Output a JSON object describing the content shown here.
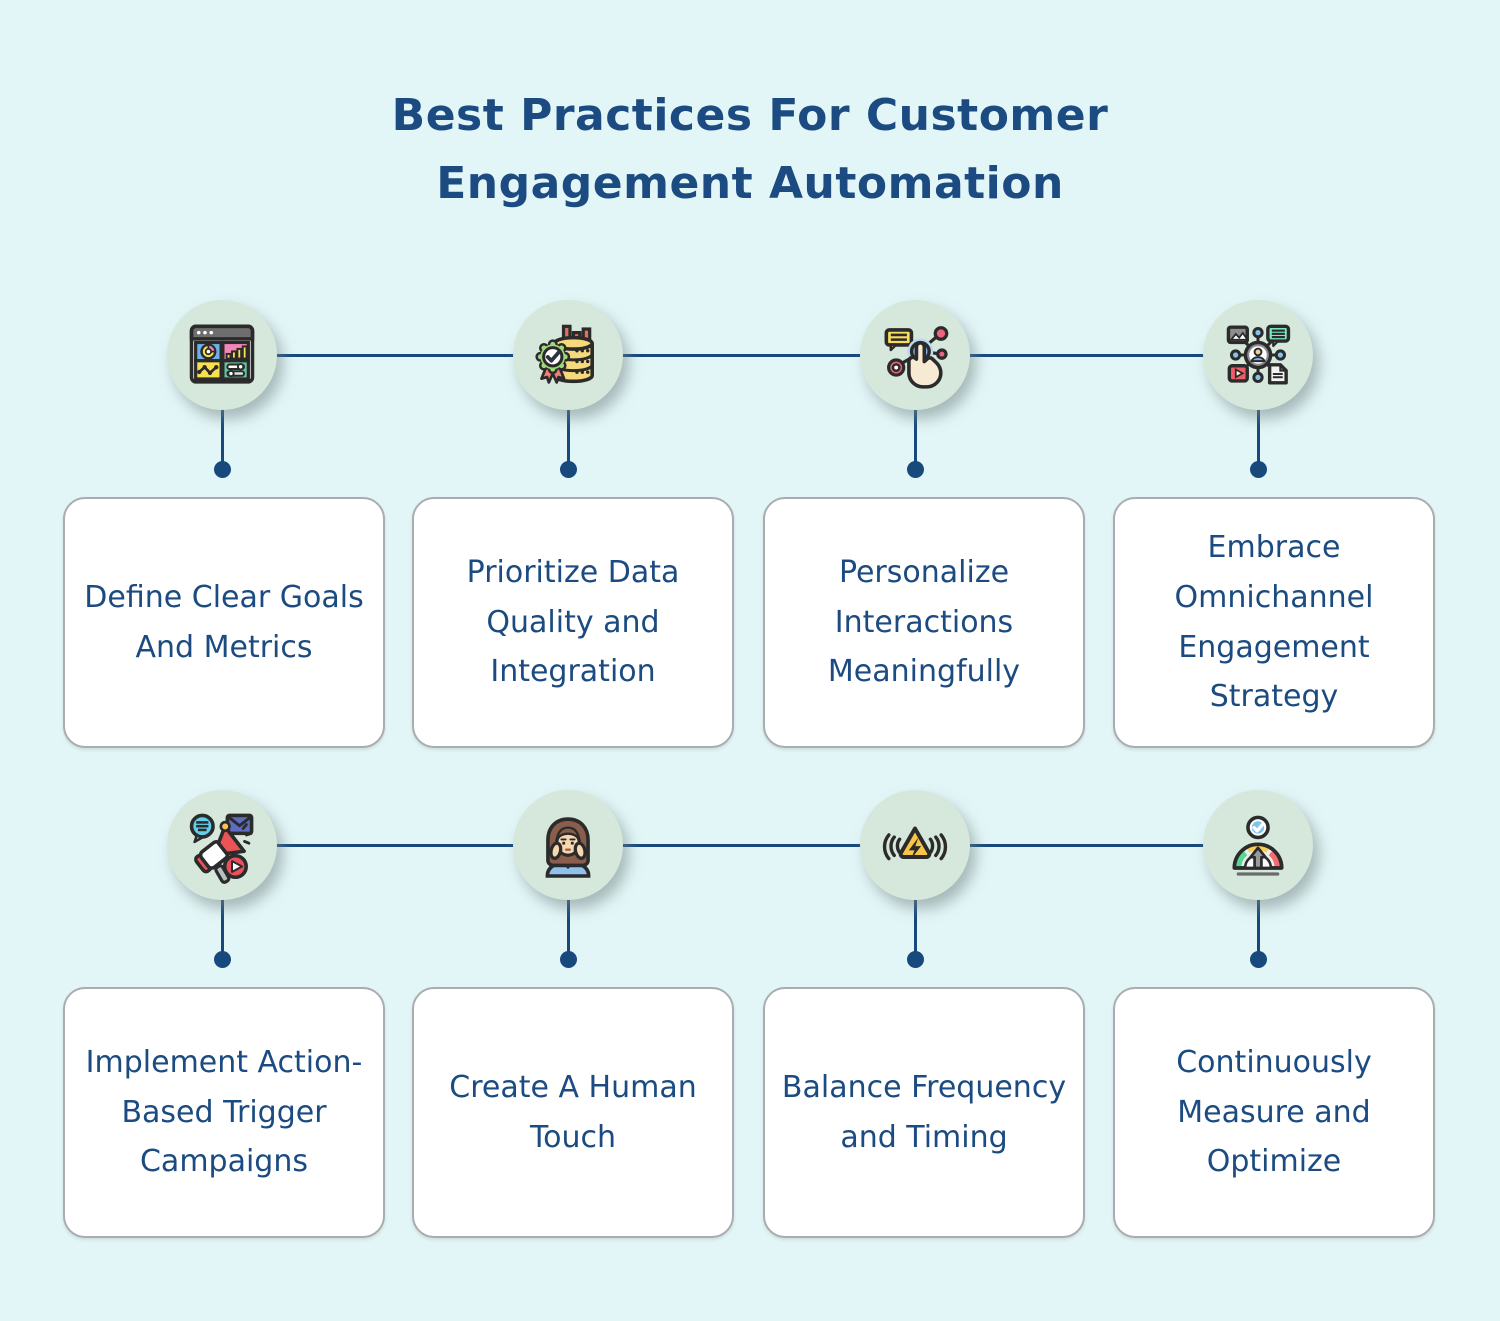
{
  "title": {
    "line1": "Best Practices For Customer",
    "line2": "Engagement Automation"
  },
  "items": [
    {
      "label": "Define Clear Goals And Metrics",
      "icon": "dashboard-analytics-icon"
    },
    {
      "label": "Prioritize Data Quality and Integration",
      "icon": "data-quality-award-icon"
    },
    {
      "label": "Personalize Interactions Meaningfully",
      "icon": "personalize-tap-icon"
    },
    {
      "label": "Embrace Omnichannel Engagement Strategy",
      "icon": "omnichannel-network-icon"
    },
    {
      "label": "Implement Action-Based Trigger Campaigns",
      "icon": "megaphone-campaign-icon"
    },
    {
      "label": "Create A Human Touch",
      "icon": "human-touch-avatar-icon"
    },
    {
      "label": "Balance Frequency and Timing",
      "icon": "frequency-alert-icon"
    },
    {
      "label": "Continuously Measure and Optimize",
      "icon": "gauge-optimize-icon"
    }
  ],
  "colors": {
    "background": "#e3f6f7",
    "accent_line": "#17497c",
    "circle_fill": "#d5e8db",
    "card_border": "#a9adb0",
    "text": "#1b4b80"
  }
}
